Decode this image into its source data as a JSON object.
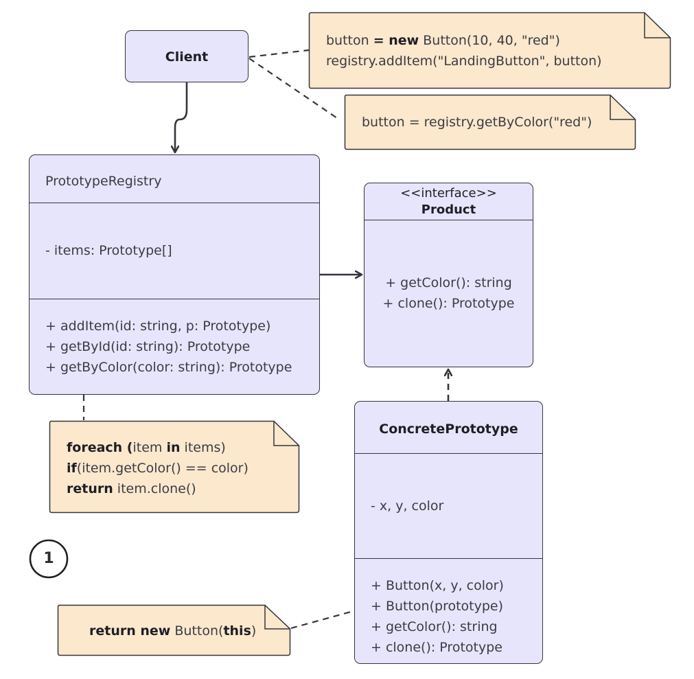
{
  "client": {
    "name": "Client"
  },
  "registry": {
    "name": "PrototypeRegistry",
    "fields": [
      "- items: Prototype[]"
    ],
    "methods": [
      "+ addItem(id: string, p: Prototype)",
      "+ getById(id: string): Prototype",
      "+ getByColor(color: string): Prototype"
    ]
  },
  "product": {
    "stereotype": "<<interface>>",
    "name": "Product",
    "methods": [
      "+ getColor(): string",
      "+ clone(): Prototype"
    ]
  },
  "concrete": {
    "name": "ConcretePrototype",
    "fields": [
      "- x, y, color"
    ],
    "methods": [
      "+ Button(x, y, color)",
      "+ Button(prototype)",
      "+ getColor(): string",
      "+ clone(): Prototype"
    ]
  },
  "notes": {
    "create": {
      "line1": {
        "a": "button ",
        "kw1": "= new",
        "b": " Button(10, 40, \"red\")"
      },
      "line2": "registry.addItem(\"LandingButton\", button)"
    },
    "get": {
      "line1": "button = registry.getByColor(\"red\")"
    },
    "foreach": {
      "line1": {
        "kw1": "foreach (",
        "a": "item ",
        "kw2": "in",
        "b": " items)"
      },
      "line2": {
        "kw1": "if",
        "a": "(item.getColor() == color)"
      },
      "line3": {
        "kw1": "return",
        "a": " item.clone()"
      }
    },
    "clone": {
      "line1": {
        "kw1": "return new",
        "a": " Button(",
        "kw2": "this",
        "b": ")"
      }
    }
  },
  "step_badge": "1",
  "colors": {
    "class_fill": "#e7e5fb",
    "note_fill": "#fbe8cd",
    "stroke": "#34343c"
  }
}
